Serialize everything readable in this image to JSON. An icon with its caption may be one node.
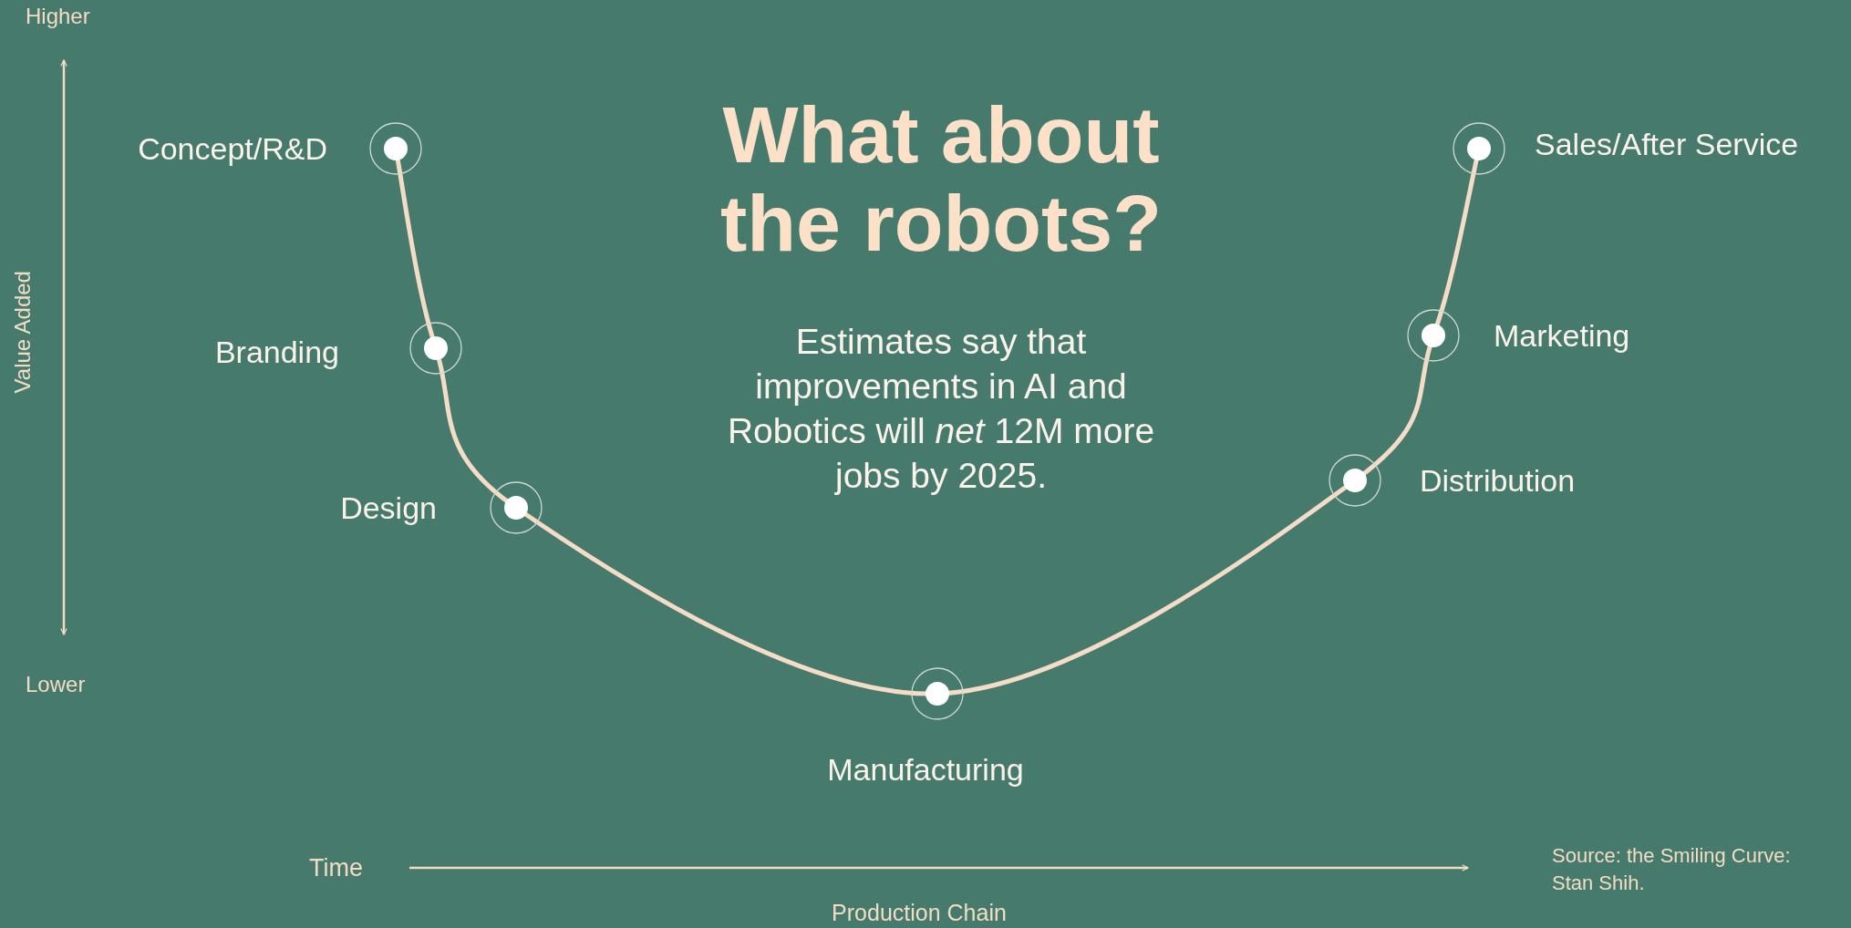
{
  "diagram": {
    "title": "What about the robots?",
    "nodes": [
      {
        "text": [],
        "shape": "circle",
        "beside": [
          "Concept/R&D"
        ]
      },
      {
        "text": [],
        "shape": "circle",
        "beside": [
          "Branding"
        ]
      },
      {
        "text": [],
        "shape": "circle",
        "beside": [
          "Design"
        ]
      },
      {
        "text": [],
        "shape": "circle",
        "beside": [
          "Manufacturing"
        ]
      },
      {
        "text": [],
        "shape": "circle",
        "beside": [
          "Distribution"
        ]
      },
      {
        "text": [],
        "shape": "circle",
        "beside": [
          "Marketing"
        ]
      },
      {
        "text": [],
        "shape": "circle",
        "beside": [
          "Sales/After Service"
        ]
      }
    ],
    "labels": [
      "Higher",
      "Value Added",
      "Lower",
      "Estimates say that improvements in AI and Robotics will *net* 12M more jobs by 2025.",
      "Time",
      "Production Chain",
      "Source: the Smiling Curve: Stan Shih."
    ]
  }
}
